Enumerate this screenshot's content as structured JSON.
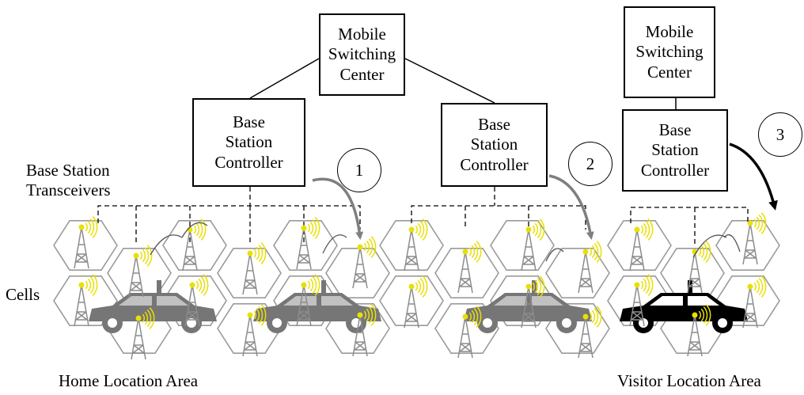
{
  "msc": [
    {
      "label": "Mobile\nSwitching\nCenter"
    },
    {
      "label": "Mobile\nSwitching\nCenter"
    }
  ],
  "bsc": [
    {
      "label": "Base\nStation\nController"
    },
    {
      "label": "Base\nStation\nController"
    },
    {
      "label": "Base\nStation\nController"
    }
  ],
  "labels": {
    "bts": "Base Station\nTransceivers",
    "cells": "Cells",
    "home": "Home Location Area",
    "visitor": "Visitor Location Area"
  },
  "steps": [
    "1",
    "2",
    "3"
  ],
  "colors": {
    "hex": "#9a9a9a",
    "wave": "#e8e000",
    "tower": "#8c8c8c",
    "car_gray": "#767676",
    "car_black": "#000000",
    "arrow_gray": "#7f7f7f",
    "arrow_black": "#000000"
  },
  "icons": [
    "cell-tower-icon",
    "radio-wave-icon",
    "car-icon",
    "hexagon-cell-icon"
  ]
}
